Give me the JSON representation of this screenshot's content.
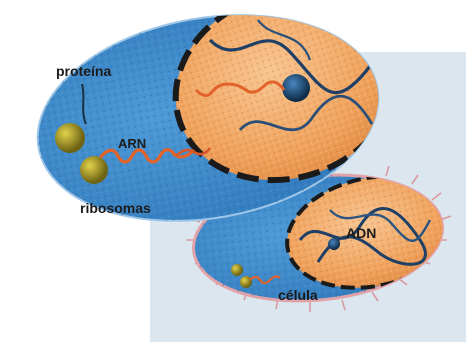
{
  "labels": {
    "protein": "proteína",
    "rna": "ARN",
    "ribosomes": "ribosomas",
    "dna": "ADN",
    "cell": "célula"
  },
  "colors": {
    "background_panel": "#dbe6ee",
    "cytoplasm_blue": "#3f8fd0",
    "cytoplasm_dark": "#2f74b8",
    "nucleus_orange": "#f2a35e",
    "nucleus_light": "#f6c08a",
    "membrane_dark": "#1a1a1a",
    "rna_strand": "#e2632a",
    "ribosome_yellow": "#c8b62a",
    "cell_membrane_pink": "#e2a3a8"
  }
}
